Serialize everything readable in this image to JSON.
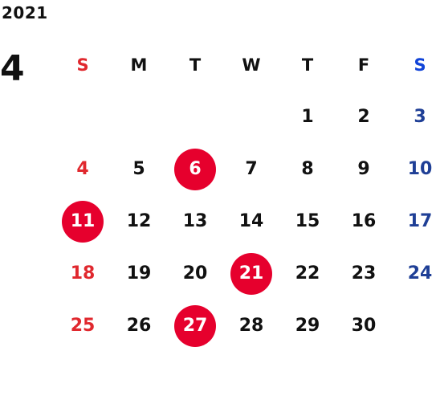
{
  "header": {
    "year": "2021",
    "month": "4"
  },
  "weekdays": [
    "S",
    "M",
    "T",
    "W",
    "T",
    "F",
    "S"
  ],
  "weeks": [
    [
      "",
      "",
      "",
      "",
      "1",
      "2",
      "3"
    ],
    [
      "4",
      "5",
      "6",
      "7",
      "8",
      "9",
      "10"
    ],
    [
      "11",
      "12",
      "13",
      "14",
      "15",
      "16",
      "17"
    ],
    [
      "18",
      "19",
      "20",
      "21",
      "22",
      "23",
      "24"
    ],
    [
      "25",
      "26",
      "27",
      "28",
      "29",
      "30",
      ""
    ]
  ],
  "highlighted_days": [
    "6",
    "11",
    "21",
    "27"
  ],
  "colors": {
    "sunday": "#e0282e",
    "saturday": "#1f3f96",
    "saturday_header": "#1144d8",
    "highlight": "#e6002d",
    "text": "#111111"
  }
}
